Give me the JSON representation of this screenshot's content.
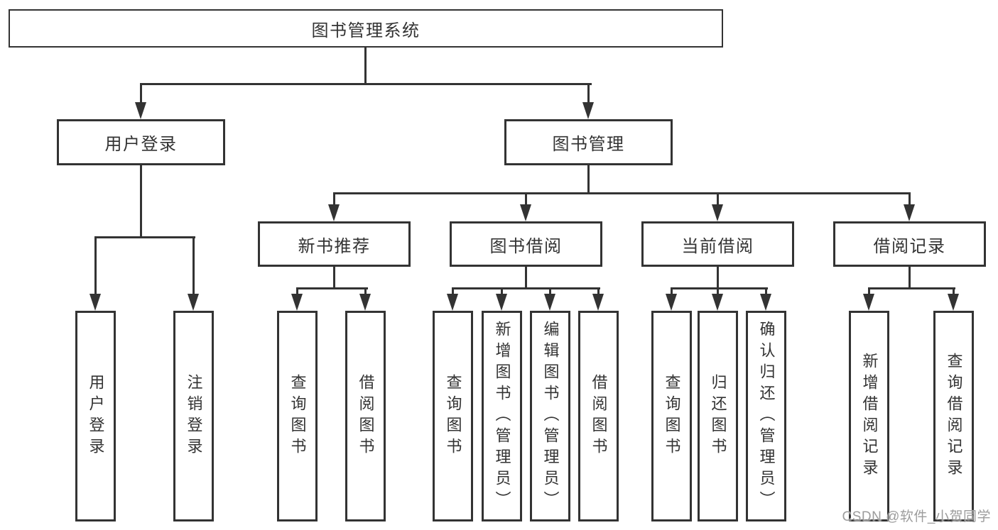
{
  "palette": {
    "background": "#ffffff",
    "line_color": "#333333",
    "box_border_color": "#333333",
    "text_color": "#333333",
    "watermark_color": "#9c9c9c"
  },
  "watermark": {
    "text": "CSDN @软件_小贺同学"
  },
  "diagram": {
    "type": "function-structure-tree",
    "title": "图书管理系统",
    "nodes": {
      "root": "图书管理系统",
      "user_login": "用户登录",
      "book_mgmt": "图书管理",
      "new_book_rec": "新书推荐",
      "book_borrow": "图书借阅",
      "current_borrow": "当前借阅",
      "borrow_record": "借阅记录",
      "ul_user_login": "用户登录",
      "ul_logout": "注销登录",
      "nb_query_book": "查询图书",
      "nb_borrow_book": "借阅图书",
      "bb_query_book": "查询图书",
      "bb_add_book": "新增图书（管理员）",
      "bb_edit_book": "编辑图书（管理员）",
      "bb_borrow_book": "借阅图书",
      "cb_query_book": "查询图书",
      "cb_return_book": "归还图书",
      "cb_confirm_return": "确认归还（管理员）",
      "br_add_record": "新增借阅记录",
      "br_query_record": "查询借阅记录"
    },
    "hierarchy": {
      "图书管理系统": {
        "用户登录": [
          "用户登录",
          "注销登录"
        ],
        "图书管理": {
          "新书推荐": [
            "查询图书",
            "借阅图书"
          ],
          "图书借阅": [
            "查询图书",
            "新增图书（管理员）",
            "编辑图书（管理员）",
            "借阅图书"
          ],
          "当前借阅": [
            "查询图书",
            "归还图书",
            "确认归还（管理员）"
          ],
          "借阅记录": [
            "新增借阅记录",
            "查询借阅记录"
          ]
        }
      }
    }
  }
}
